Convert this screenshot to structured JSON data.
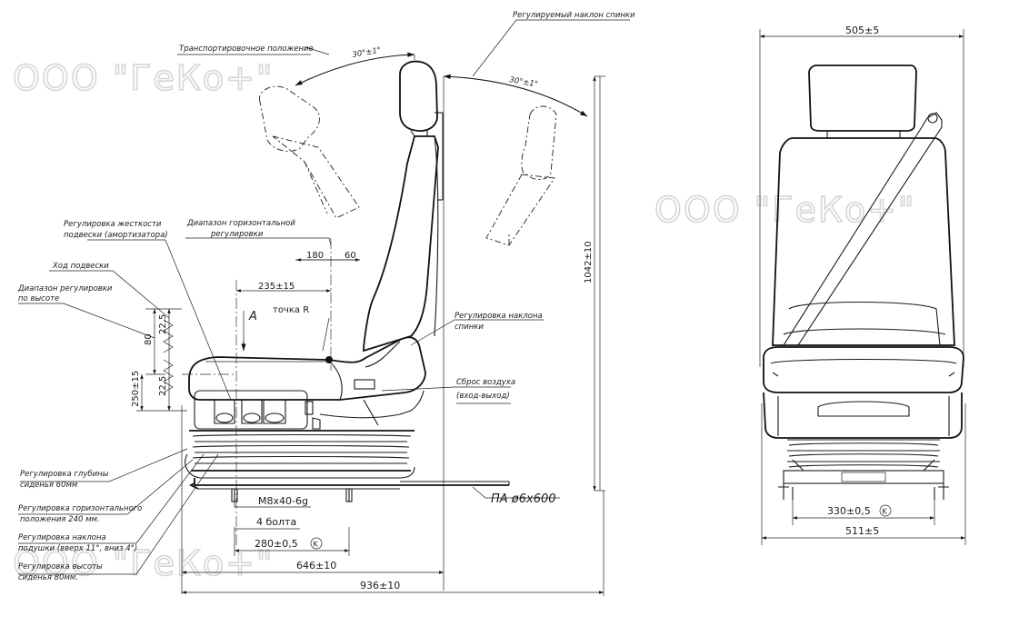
{
  "watermark": {
    "text": "ООО \"ГеКо+\""
  },
  "side": {
    "transport": "Транспортировочное положение",
    "ang1": "30°±1°",
    "backrest_adj": "Регулируемый наклон спинки",
    "ang2": "30°±1°",
    "stiffness_1": "Регулировка жесткости",
    "stiffness_2": "подвески (амортизатора)",
    "hrange_1": "Диапазон горизонтальной",
    "hrange_2": "регулировки",
    "d180": "180",
    "d60": "60",
    "travel": "Ход подвески",
    "hadj_1": "Диапазон регулировки",
    "hadj_2": "по высоте",
    "d235": "235±15",
    "view_a": "A",
    "point_r": "точка R",
    "recline_1": "Регулировка наклона",
    "recline_2": "спинки",
    "d1042": "1042±10",
    "air_1": "Сброс воздуха",
    "air_2": "(вход-выход)",
    "d80": "80",
    "d22a": "22,5",
    "d22b": "22,5",
    "d250": "250±15",
    "depth_1": "Регулировка глубины",
    "depth_2": "сиденья 60мм",
    "pa": "ПА ø6x600",
    "bolt": "M8x40-6g",
    "bolts4": "4 болта",
    "hpos_1": "Регулировка горизонтального",
    "hpos_2": "положения 240 мм.",
    "d280": "280±0,5",
    "circ_k": "K",
    "cush_1": "Регулировка наклона",
    "cush_2": "подушки (вверх 11°, вниз 4°)",
    "d646": "646±10",
    "ht_1": "Регулировка высоты",
    "ht_2": "сиденья 80мм.",
    "d936": "936±10"
  },
  "front": {
    "d505": "505±5",
    "d330": "330±0,5",
    "circ_k": "K",
    "d511": "511±5"
  }
}
